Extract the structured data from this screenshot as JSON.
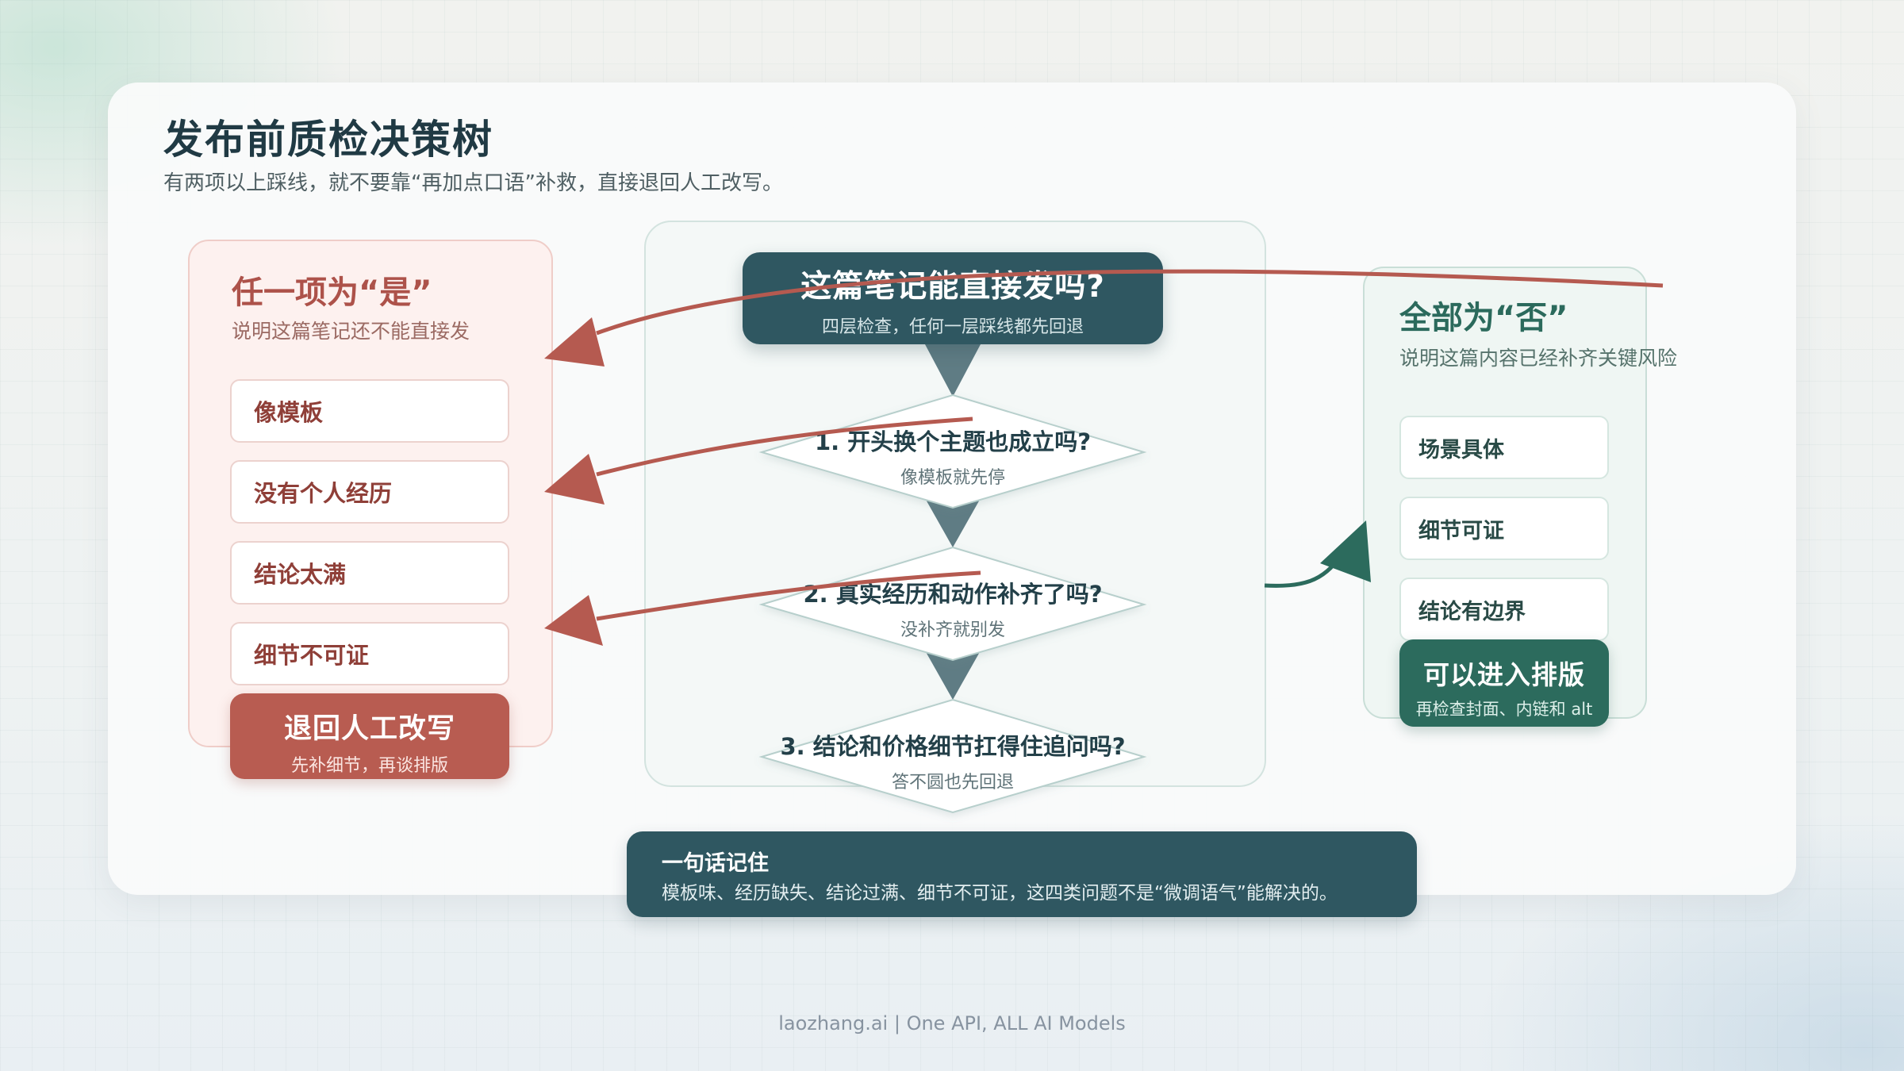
{
  "title": "发布前质检决策树",
  "subtitle": "有两项以上踩线，就不要靠“再加点口语”补救，直接退回人工改写。",
  "left": {
    "heading": "任一项为“是”",
    "sub": "说明这篇笔记还不能直接发",
    "items": [
      "像模板",
      "没有个人经历",
      "结论太满",
      "细节不可证"
    ],
    "action_title": "退回人工改写",
    "action_sub": "先补细节，再谈排版"
  },
  "center": {
    "question": "这篇笔记能直接发吗?",
    "question_sub": "四层检查，任何一层踩线都先回退",
    "checks": [
      {
        "q": "1. 开头换个主题也成立吗?",
        "hint": "像模板就先停"
      },
      {
        "q": "2. 真实经历和动作补齐了吗?",
        "hint": "没补齐就别发"
      },
      {
        "q": "3. 结论和价格细节扛得住追问吗?",
        "hint": "答不圆也先回退"
      }
    ]
  },
  "right": {
    "heading": "全部为“否”",
    "sub": "说明这篇内容已经补齐关键风险",
    "items": [
      "场景具体",
      "细节可证",
      "结论有边界"
    ],
    "action_title": "可以进入排版",
    "action_sub": "再检查封面、内链和 alt"
  },
  "summary": {
    "title": "一句话记住",
    "text": "模板味、经历缺失、结论过满、细节不可证，这四类问题不是“微调语气”能解决的。"
  },
  "footer": "laozhang.ai | One API, ALL AI Models",
  "colors": {
    "accent_red": "#b85c51",
    "accent_green": "#2c6b5d",
    "dark_teal": "#2f5761"
  }
}
